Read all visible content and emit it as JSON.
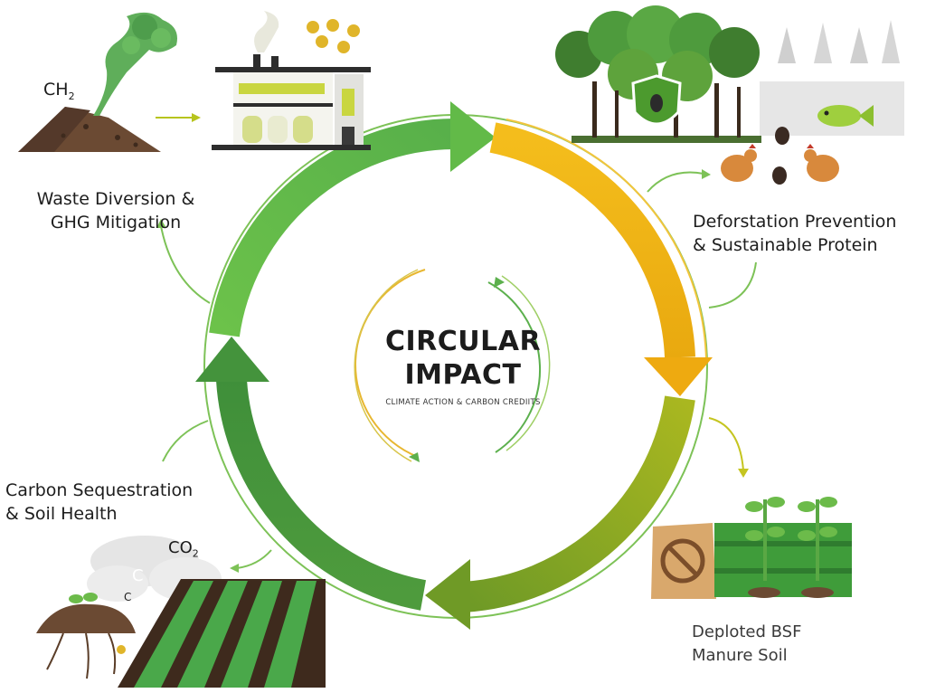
{
  "center": {
    "title_line1": "CIRCULAR",
    "title_line2": "IMPACT",
    "subtitle": "CLIMATE ACTION & CARBON CREDIITS"
  },
  "labels": {
    "waste": [
      "Waste Diversion &",
      "GHG Mitigation"
    ],
    "deforestation": [
      "Deforstation Prevention",
      "& Sustainable Protein"
    ],
    "carbon": [
      "Carbon Sequestration",
      "& Soil Health"
    ],
    "deploted": [
      "Deploted BSF",
      "Manure Soil"
    ]
  },
  "chem": {
    "ch_base": "CH",
    "ch_sub": "2",
    "co2_base": "CO",
    "co2_sub": "2",
    "c_letter": "C"
  },
  "colors": {
    "cycle_green_light": "#6cc24a",
    "cycle_green_dark": "#3f8f3a",
    "cycle_yellow": "#f0b21a",
    "cycle_olive": "#8ea51a",
    "soil": "#6b4a33",
    "smoke": "#5fae5a",
    "coin": "#e0b52a",
    "factory_yellow": "#c9d640"
  },
  "icons": [
    "compost-pile-icon",
    "factory-icon",
    "coins-icon",
    "forest-shield-icon",
    "fish-icon",
    "chicken-icon",
    "insect-icon",
    "fertilizer-bag-icon",
    "plant-crop-icon",
    "soil-roots-icon",
    "carbon-cloud-icon"
  ]
}
